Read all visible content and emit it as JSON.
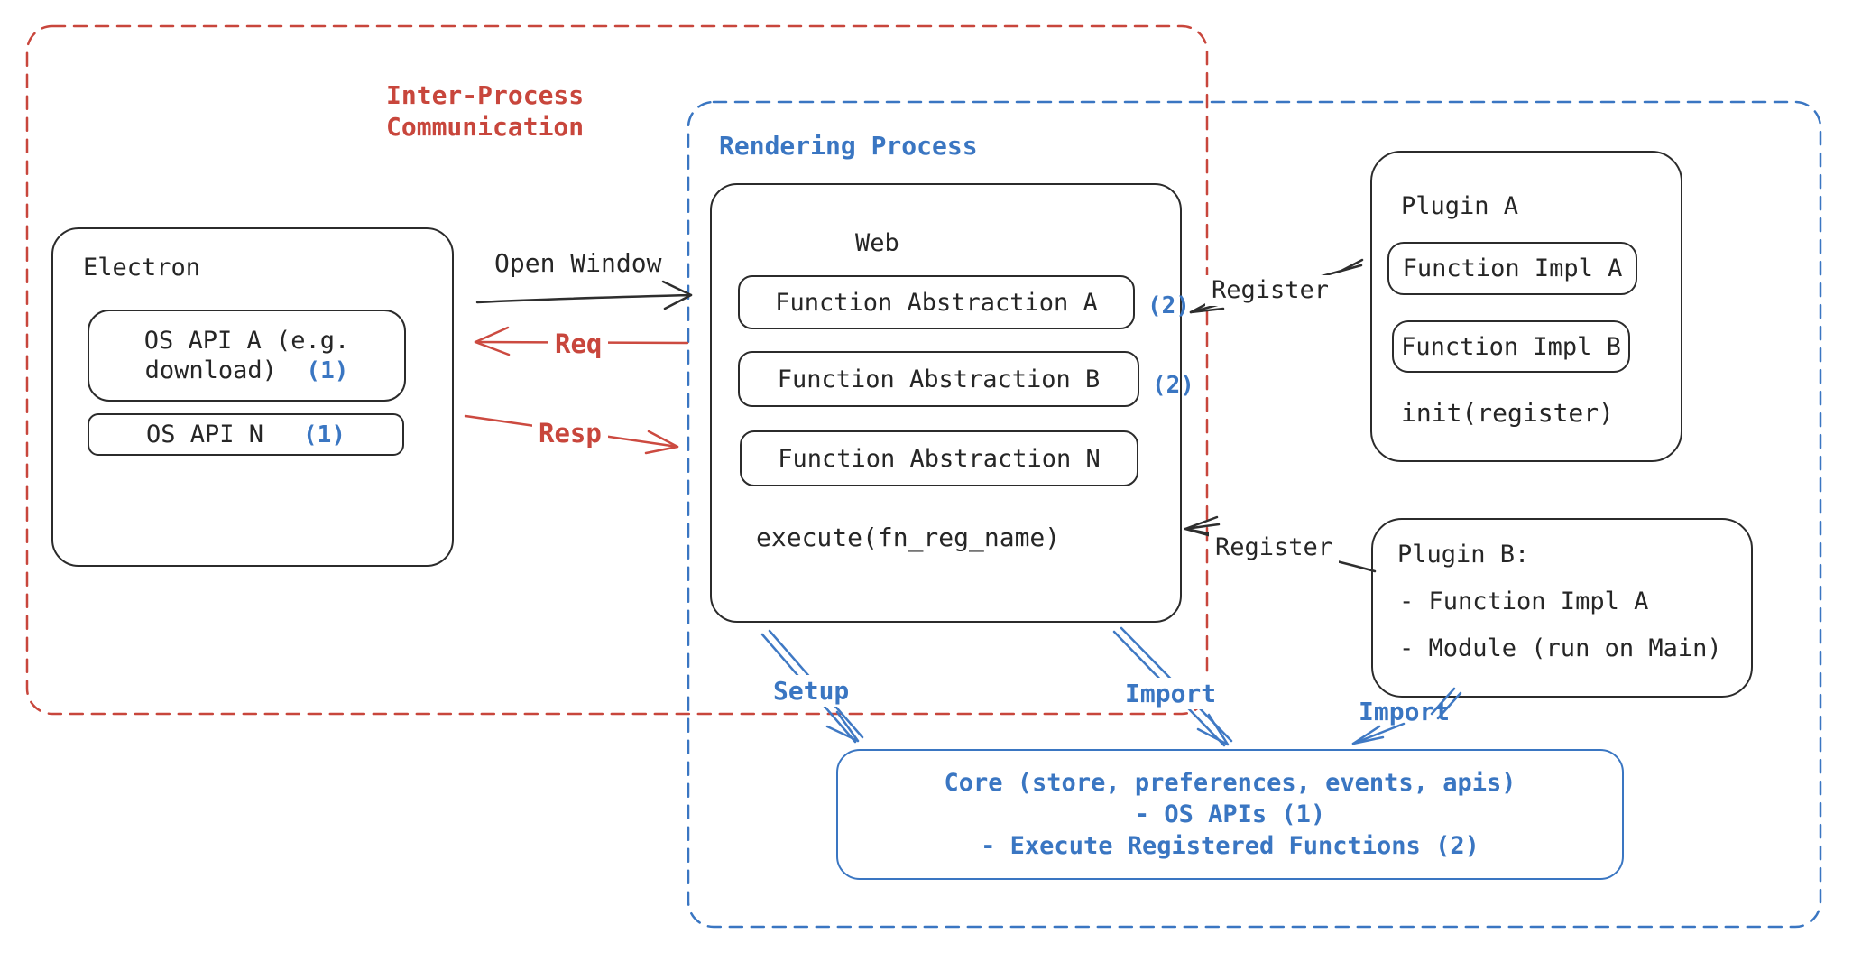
{
  "regions": {
    "ipc": {
      "line1": "Inter-Process",
      "line2": "Communication"
    },
    "rendering": {
      "label": "Rendering Process"
    }
  },
  "electron": {
    "title": "Electron",
    "api_a": {
      "line1": "OS API A (e.g.",
      "line2": "download)",
      "badge": "(1)"
    },
    "api_n": {
      "label": "OS API N",
      "badge": "(1)"
    }
  },
  "web": {
    "title": "Web",
    "fn_a": {
      "label": "Function Abstraction A",
      "badge": "(2)"
    },
    "fn_b": {
      "label": "Function Abstraction B",
      "badge": "(2)"
    },
    "fn_n": {
      "label": "Function Abstraction N"
    },
    "execute": "execute(fn_reg_name)"
  },
  "plugin_a": {
    "title": "Plugin A",
    "impl_a": "Function Impl A",
    "impl_b": "Function Impl B",
    "init": "init(register)"
  },
  "plugin_b": {
    "title": "Plugin B:",
    "item1": "- Function Impl A",
    "item2": "- Module (run on Main)"
  },
  "core": {
    "line1": "Core (store, preferences, events, apis)",
    "line2": "- OS APIs (1)",
    "line3": "- Execute Registered Functions (2)"
  },
  "arrows": {
    "open_window": "Open Window",
    "req": "Req",
    "resp": "Resp",
    "register_top": "Register",
    "register_bottom": "Register",
    "setup": "Setup",
    "import_mid": "Import",
    "import_right": "Import"
  },
  "colors": {
    "red": "#c8463c",
    "blue": "#3a76c2",
    "ink": "#262626"
  }
}
